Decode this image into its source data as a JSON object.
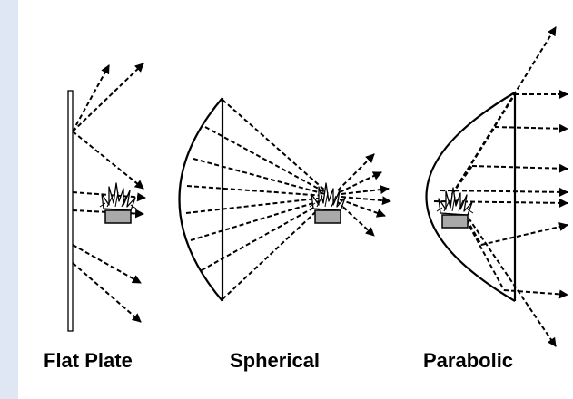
{
  "colors": {
    "background": "#ffffff",
    "left_band": "#dfe7f4",
    "ink": "#000000",
    "pot": "#a9a9a9"
  },
  "reflectors": [
    {
      "id": "flat-plate",
      "label": "Flat Plate"
    },
    {
      "id": "spherical",
      "label": "Spherical"
    },
    {
      "id": "parabolic",
      "label": "Parabolic"
    }
  ],
  "icons": [
    "plant-pot-icon",
    "arrow-icon"
  ]
}
